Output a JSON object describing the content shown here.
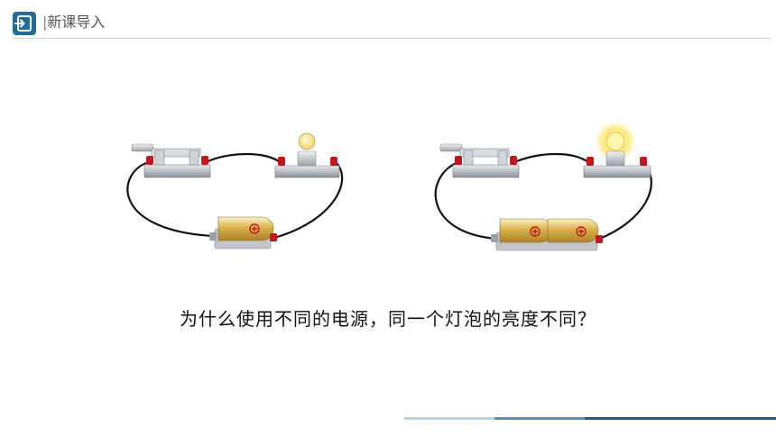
{
  "header": {
    "logo_icon": "enter-arrow-icon",
    "title": "新课导入"
  },
  "question": "为什么使用不同的电源，同一个灯泡的亮度不同？",
  "circuits": [
    {
      "battery_count": 1,
      "bulb_state": "dim"
    },
    {
      "battery_count": 2,
      "bulb_state": "bright"
    }
  ],
  "colors": {
    "brand": "#1f6e9c",
    "bar_light": "#b9d2e4",
    "bar_mid": "#4f8fba",
    "bar_dark": "#1b5d86"
  }
}
